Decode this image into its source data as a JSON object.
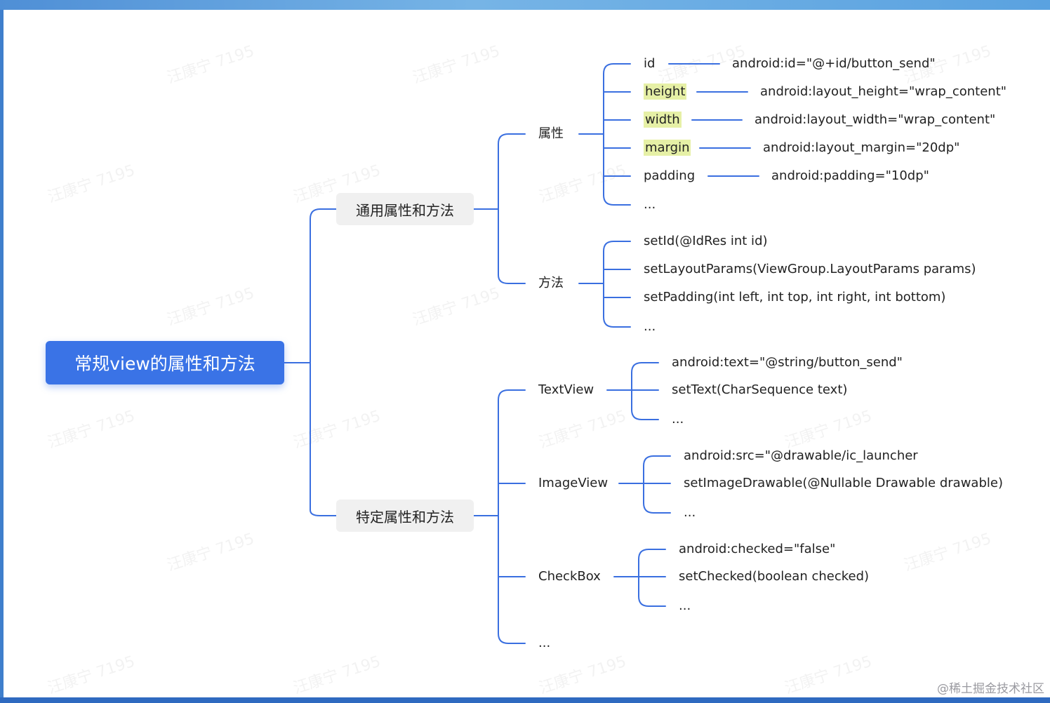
{
  "root": {
    "label": "常规view的属性和方法"
  },
  "general": {
    "label": "通用属性和方法",
    "attributes": {
      "label": "属性",
      "items": [
        {
          "name": "id",
          "value": "android:id=\"@+id/button_send\"",
          "highlight": false
        },
        {
          "name": "height",
          "value": "android:layout_height=\"wrap_content\"",
          "highlight": true
        },
        {
          "name": "width",
          "value": "android:layout_width=\"wrap_content\"",
          "highlight": true
        },
        {
          "name": "margin",
          "value": "android:layout_margin=\"20dp\"",
          "highlight": true
        },
        {
          "name": "padding",
          "value": "android:padding=\"10dp\"",
          "highlight": false
        },
        {
          "name": "..."
        }
      ]
    },
    "methods": {
      "label": "方法",
      "items": [
        "setId(@IdRes int id)",
        "setLayoutParams(ViewGroup.LayoutParams params)",
        "setPadding(int left, int top, int right, int bottom)",
        "..."
      ]
    }
  },
  "specific": {
    "label": "特定属性和方法",
    "views": [
      {
        "label": "TextView",
        "items": [
          "android:text=\"@string/button_send\"",
          "setText(CharSequence text)",
          "..."
        ]
      },
      {
        "label": "ImageView",
        "items": [
          "android:src=\"@drawable/ic_launcher",
          "setImageDrawable(@Nullable Drawable drawable)",
          "..."
        ]
      },
      {
        "label": "CheckBox",
        "items": [
          "android:checked=\"false\"",
          "setChecked(boolean checked)",
          "..."
        ]
      },
      {
        "label": "..."
      }
    ]
  },
  "watermark": "汪康宁 7195",
  "credit": "@稀土掘金技术社区",
  "colors": {
    "line": "#3a6fe0",
    "root": "#3a73e6",
    "highlight": "#e6f0a6"
  }
}
